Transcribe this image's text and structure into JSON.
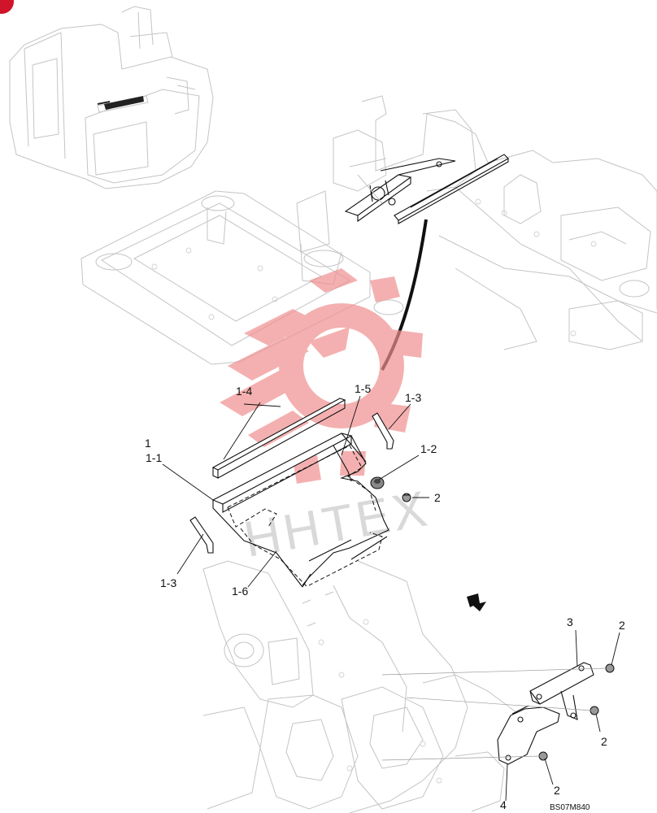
{
  "badge_color": "#d0142a",
  "watermark": {
    "text": "HHTEX",
    "logo_color": "#f08f8f"
  },
  "callouts": {
    "c1": "1",
    "c1_1": "1-1",
    "c1_2": "1-2",
    "c1_3a": "1-3",
    "c1_3b": "1-3",
    "c1_4": "1-4",
    "c1_5": "1-5",
    "c1_6": "1-6",
    "c2a": "2",
    "c2b": "2",
    "c2c": "2",
    "c2d": "2",
    "c3": "3",
    "c4": "4"
  },
  "drawing_code": "BS07M840",
  "icons": [
    "direction-arrow-icon",
    "corner-badge-icon"
  ]
}
